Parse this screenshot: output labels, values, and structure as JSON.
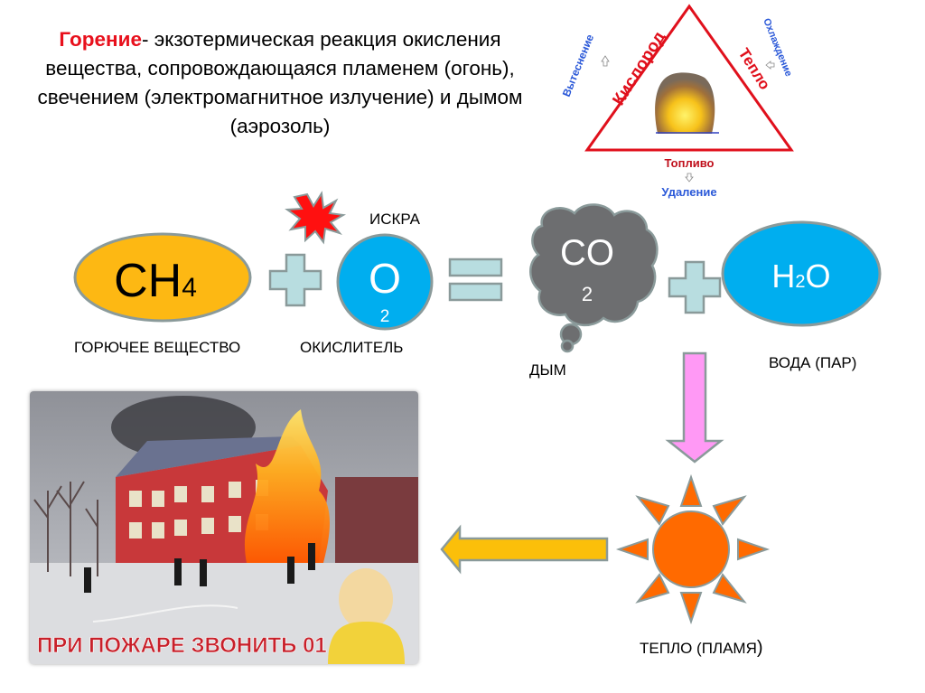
{
  "definition": {
    "term": "Горение",
    "text": "- экзотермическая реакция окисления вещества, сопровождающаяся пламенем (огонь), свечением (электромагнитное излучение) и дымом (аэрозоль)"
  },
  "fire_triangle": {
    "sides": {
      "left": "Кислород",
      "right": "Тепло",
      "bottom": "Топливо"
    },
    "methods": {
      "left": "Вытеснение",
      "right": "Охлаждение",
      "bottom": "Удаление"
    }
  },
  "equation": {
    "fuel": {
      "formula_main": "CH",
      "formula_sub": "4",
      "label": "ГОРЮЧЕЕ ВЕЩЕСТВО"
    },
    "oxidizer": {
      "formula_main": "O",
      "formula_sub": "2",
      "label": "ОКИСЛИТЕЛЬ"
    },
    "spark_label": "ИСКРА",
    "smoke": {
      "formula_main": "CO",
      "formula_sub": "2",
      "label": "ДЫМ"
    },
    "water": {
      "formula_h": "H",
      "formula_sub": "2",
      "formula_o": "O",
      "label": "ВОДА (ПАР)"
    },
    "heat_label_main": "ТЕПЛО (ПЛАМЯ",
    "heat_label_paren": ")"
  },
  "poster": {
    "caption": "ПРИ ПОЖАРЕ ЗВОНИТЬ 01"
  },
  "colors": {
    "accent_red": "#e8101c",
    "fuel": "#fdb813",
    "oxygen": "#00aeef",
    "smoke": "#6d6e70",
    "operator": "#b8dde0",
    "arrow_pink": "#ff99f5",
    "arrow_yellow": "#fbbf0a",
    "sun": "#ff6a00",
    "method_blue": "#2a58d8"
  }
}
